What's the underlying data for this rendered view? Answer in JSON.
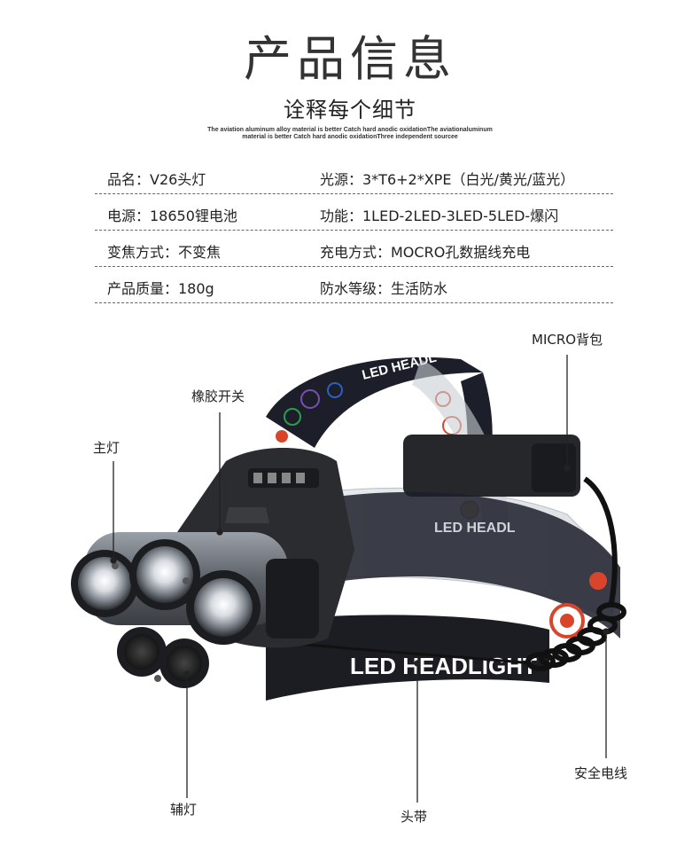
{
  "header": {
    "title": "产品信息",
    "subtitle": "诠释每个细节",
    "tiny_line_1": "The aviation aluminum alloy material is better Catch hard anodic oxidationThe aviationaluminum",
    "tiny_line_2": "material is better Catch hard anodic oxidationThree independent sourcee"
  },
  "specs": [
    {
      "left": "品名：V26头灯",
      "right": "光源：3*T6+2*XPE（白光/黄光/蓝光）"
    },
    {
      "left": "电源：18650锂电池",
      "right": "功能：1LED-2LED-3LED-5LED-爆闪"
    },
    {
      "left": "变焦方式：不变焦",
      "right": "充电方式：MOCRO孔数据线充电"
    },
    {
      "left": "产品质量：180g",
      "right": " 防水等级：生活防水"
    }
  ],
  "callouts": {
    "micro_pack": "MICRO背包",
    "rubber_switch": "橡胶开关",
    "main_light": "主灯",
    "aux_light": "辅灯",
    "headband": "头带",
    "safety_cable": "安全电线"
  },
  "band_text": {
    "top_band": "LED HEADL",
    "front_band": "LED HEADL",
    "lower_band": "LED HEADLIGHT"
  },
  "colors": {
    "band": "#1c1f2a",
    "body": "#2a2c30",
    "metal": "#6f747b",
    "accent_red": "#d9452b",
    "accent_green": "#2f9b4a",
    "accent_blue": "#2f5fbf",
    "accent_purple": "#7a4fb0"
  }
}
